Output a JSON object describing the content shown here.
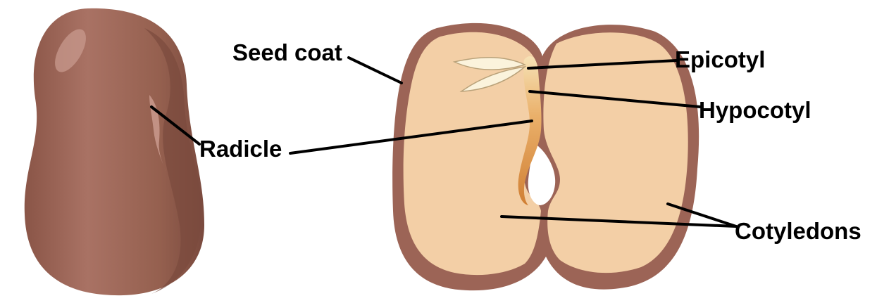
{
  "labels": {
    "seed_coat": "Seed coat",
    "radicle": "Radicle",
    "epicotyl": "Epicotyl",
    "hypocotyl": "Hypocotyl",
    "cotyledons": "Cotyledons"
  },
  "colors": {
    "seed_coat_outer": "#9c6456",
    "seed_coat_dark": "#7a4a3e",
    "seed_coat_highlight": "#b98a7d",
    "cotyledon_fill": "#f3cfa6",
    "embryo_light": "#f3d9a8",
    "embryo_dark": "#d98a3a",
    "leaf_fill": "#fbf3dc",
    "line": "#000000"
  }
}
